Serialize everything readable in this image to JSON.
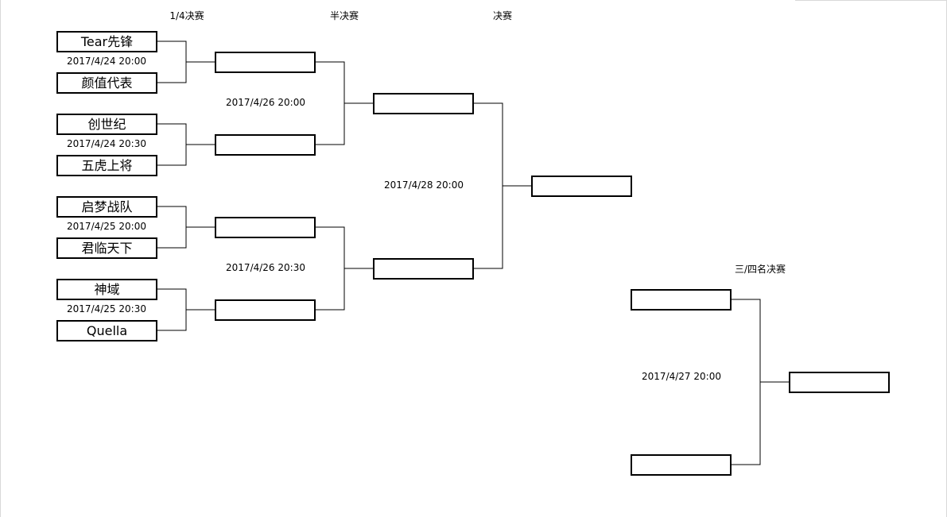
{
  "rounds": {
    "quarter": "1/4决赛",
    "semi": "半决赛",
    "final": "决赛",
    "third_place": "三/四名决赛"
  },
  "quarterfinal": {
    "teams": [
      "Tear先锋",
      "颜值代表",
      "创世纪",
      "五虎上将",
      "启梦战队",
      "君临天下",
      "神域",
      "Quella"
    ],
    "times": [
      "2017/4/24 20:00",
      "2017/4/24 20:30",
      "2017/4/25 20:00",
      "2017/4/25 20:30"
    ]
  },
  "semifinal": {
    "slots": [
      "",
      "",
      "",
      ""
    ],
    "times": [
      "2017/4/26 20:00",
      "2017/4/26 20:30"
    ]
  },
  "final": {
    "slots": [
      "",
      ""
    ],
    "time": "2017/4/28 20:00"
  },
  "champion": {
    "slot": ""
  },
  "third_place_match": {
    "slots": [
      "",
      ""
    ],
    "time": "2017/4/27 20:00",
    "winner_slot": ""
  }
}
